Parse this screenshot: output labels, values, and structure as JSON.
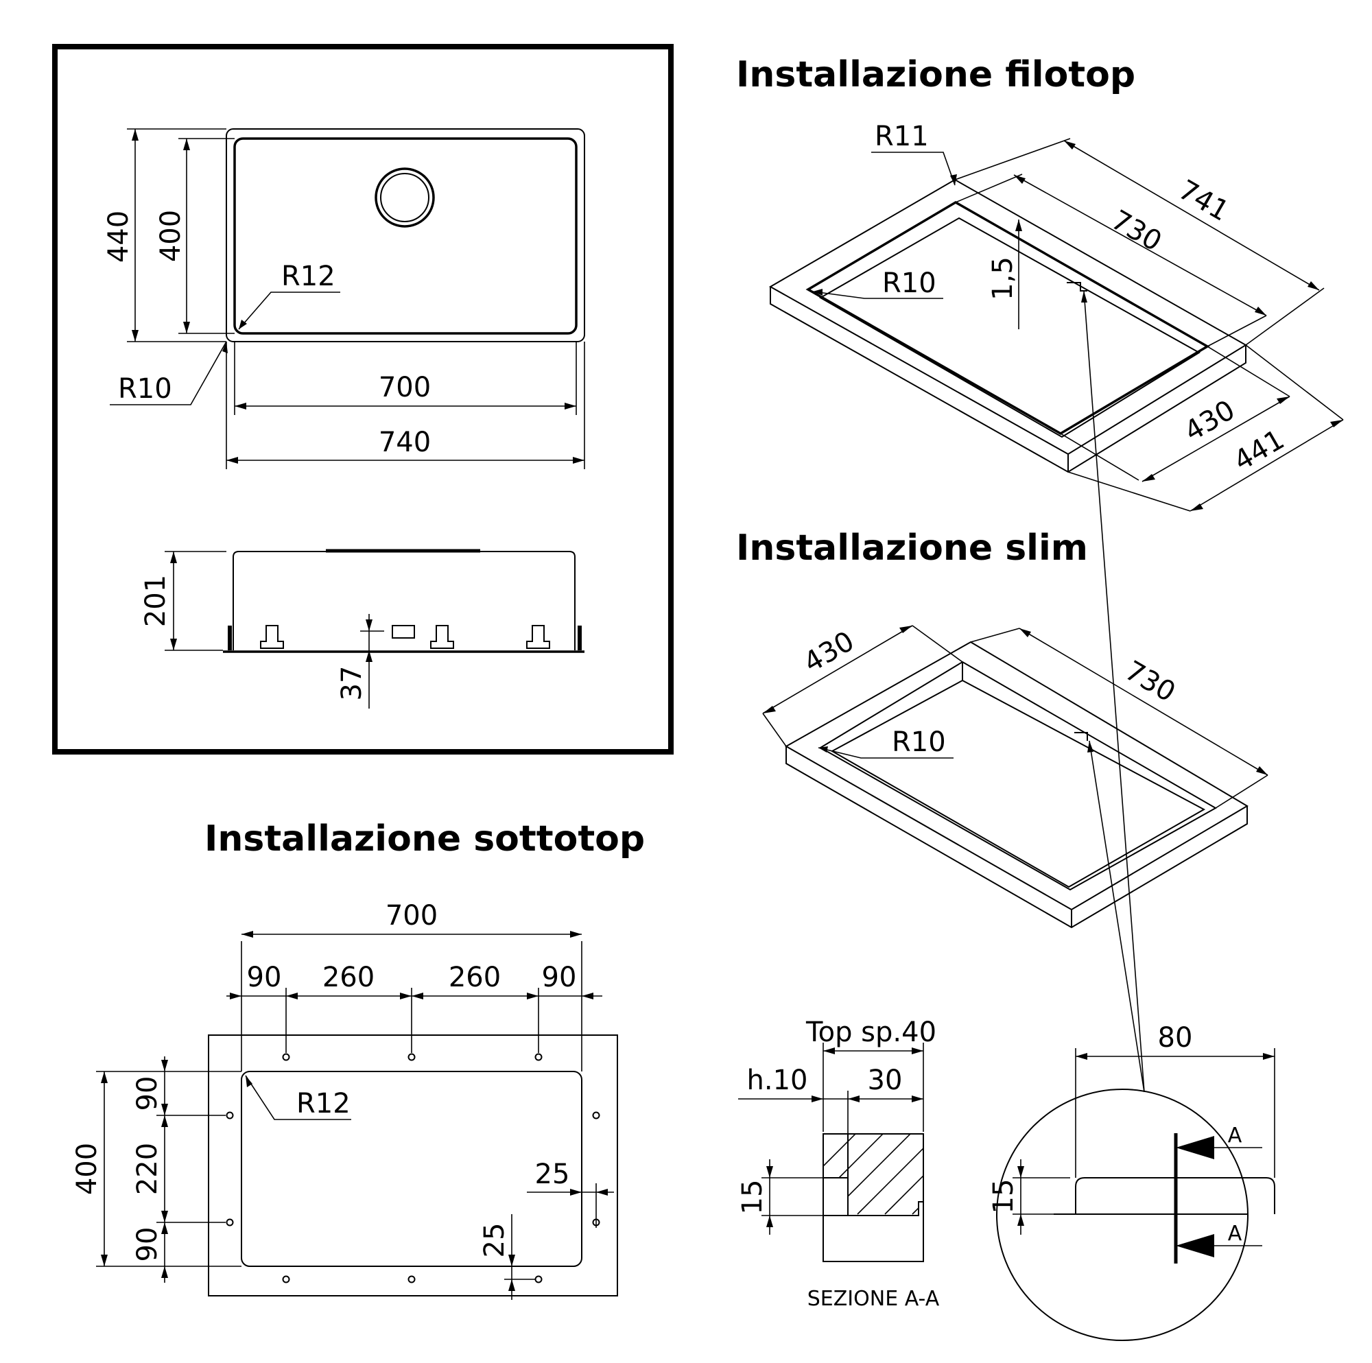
{
  "titles": {
    "filotop": "Installazione filotop",
    "slim": "Installazione slim",
    "sottotop": "Installazione sottotop"
  },
  "sink_plan": {
    "width_outer": "740",
    "width_inner": "700",
    "height_outer": "440",
    "height_inner": "400",
    "radius_inner": "R12",
    "radius_outer": "R10"
  },
  "sink_side": {
    "height": "201",
    "clip": "37"
  },
  "filotop": {
    "radius_outer": "R11",
    "radius_inner": "R10",
    "length_outer": "741",
    "length_inner": "730",
    "step": "1,5",
    "width_inner": "430",
    "width_outer": "441"
  },
  "slim": {
    "width": "430",
    "length": "730",
    "radius": "R10"
  },
  "sottotop": {
    "width": "700",
    "spacing": [
      "90",
      "260",
      "260",
      "90"
    ],
    "height": "400",
    "vert_spacing": [
      "90",
      "220",
      "90"
    ],
    "radius": "R12",
    "offset_right": "25",
    "offset_bottom": "25"
  },
  "section": {
    "top_label": "Top sp.40",
    "h_label": "h.10",
    "width": "30",
    "depth": "15",
    "caption": "SEZIONE A-A"
  },
  "detail": {
    "width": "80",
    "depth": "15",
    "section_mark_top": "A",
    "section_mark_bottom": "A"
  }
}
